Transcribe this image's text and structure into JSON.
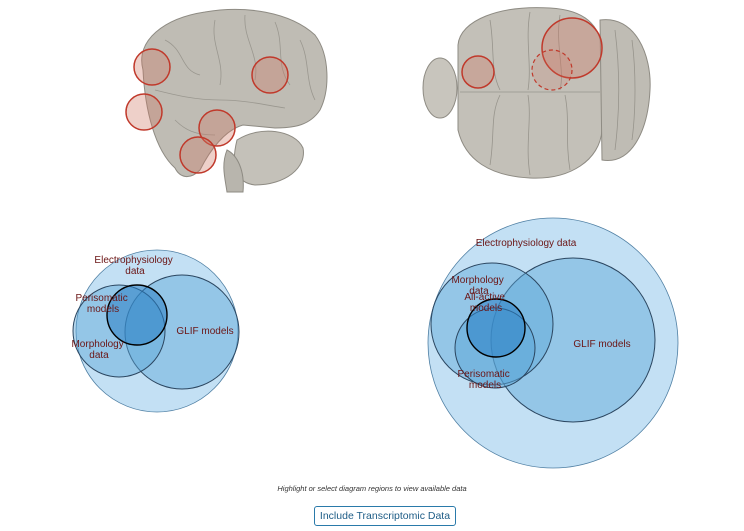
{
  "human_venn": {
    "labels": {
      "electrophysiology": [
        "Electrophysiology",
        "data"
      ],
      "perisomatic": [
        "Perisomatic",
        "models"
      ],
      "glif": "GLIF models",
      "morphology": [
        "Morphology",
        "data"
      ]
    }
  },
  "mouse_venn": {
    "labels": {
      "electrophysiology": "Electrophysiology data",
      "morphology": [
        "Morphology",
        "data"
      ],
      "allactive": [
        "All-active",
        "models"
      ],
      "glif": "GLIF models",
      "perisomatic": [
        "Perisomatic",
        "models"
      ]
    }
  },
  "hint": "Highlight or select diagram regions to view available data",
  "button": {
    "label": "Include Transcriptomic Data"
  },
  "colors": {
    "venn_fill": "#a9d3ef",
    "venn_stroke": "#2b4660",
    "region_stroke": "#c0392b",
    "label_text": "#6b1515",
    "button_border": "#2a7aaa"
  }
}
